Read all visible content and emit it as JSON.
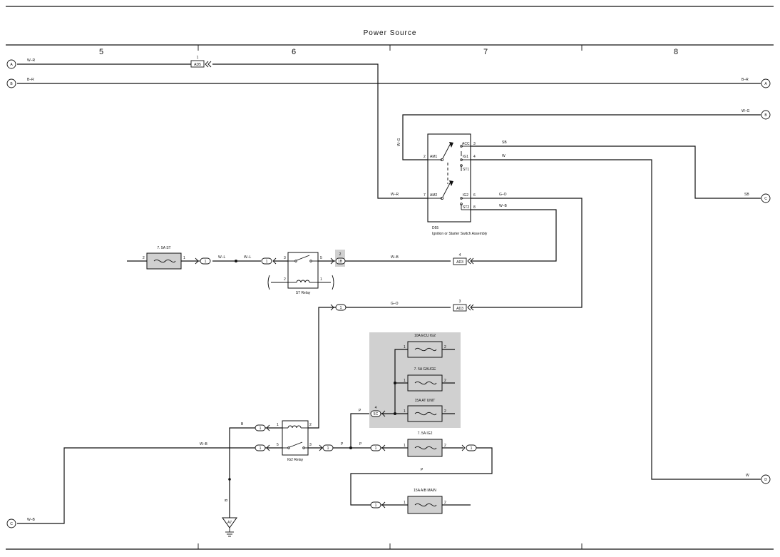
{
  "header": {
    "title": "Power Source",
    "columns": [
      "5",
      "6",
      "7",
      "8"
    ]
  },
  "connectors": {
    "left": {
      "a": "A",
      "b": "B",
      "c": "C"
    },
    "right": {
      "a": "A",
      "b": "B",
      "c": "C",
      "d": "D"
    }
  },
  "wires": {
    "w_r_top": "W–R",
    "b_r_left": "B–R",
    "b_r_right": "B–R",
    "w_g_right": "W–G",
    "w_g_vert": "W–G",
    "w_r_am2": "W–R",
    "sb_acc": "SB",
    "w_ig1": "W",
    "g_o_ig2": "G–O",
    "w_b_st2": "W–B",
    "sb_right": "SB",
    "w_right": "W",
    "w_l_1": "W–L",
    "w_l_2": "W–L",
    "w_b_relay": "W–B",
    "g_o_ad3": "G–O",
    "b_ig2": "B",
    "w_b_ig2": "W–B",
    "p_1": "P",
    "p_2": "P",
    "p_3": "P",
    "p_4": "P",
    "b_vert": "B",
    "w_b_left": "W–B"
  },
  "switch": {
    "code": "D55",
    "name": "Ignition or Starter Switch Assembly",
    "pins": {
      "am1": "AM1",
      "am2": "AM2",
      "acc": "ACC",
      "ig1": "IG1",
      "st1": "ST1",
      "ig2": "IG2",
      "st2": "ST2"
    },
    "pin_nums": {
      "am1": "2",
      "am2": "7",
      "acc": "3",
      "ig1": "4",
      "ig2": "6",
      "st2": "8"
    }
  },
  "fuses": {
    "st": {
      "label": "7. 5A ST",
      "left": "2",
      "right": "1"
    },
    "ecu_ig2": {
      "label": "10A ECU IG2",
      "left": "1",
      "right": "2"
    },
    "gauge": {
      "label": "7. 5A GAUGE",
      "left": "1",
      "right": "2"
    },
    "at_unit": {
      "label": "15A AT UNIT",
      "left": "1",
      "right": "2"
    },
    "ig2": {
      "label": "7. 5A IG2",
      "left": "1",
      "right": "2"
    },
    "ab_main": {
      "label": "15A A/B MAIN",
      "left": "1",
      "right": "2"
    }
  },
  "relays": {
    "st": {
      "name": "ST Relay",
      "p1": "1",
      "p2": "2",
      "p3": "3",
      "p5": "5"
    },
    "ig2": {
      "name": "IG2 Relay",
      "p1": "1",
      "p2": "2",
      "p3": "3",
      "p5": "5"
    }
  },
  "tags": {
    "ad5": {
      "code": "AD5",
      "pin": "1"
    },
    "ad3_st": {
      "code": "AD3",
      "pin": "4"
    },
    "ad3_go": {
      "code": "AD3",
      "pin": "3"
    },
    "jb_1b": {
      "code": "1B",
      "pin": "2"
    },
    "jb_5c": {
      "code": "5C",
      "pin": "4"
    },
    "one": "1",
    "ground": "A7"
  }
}
